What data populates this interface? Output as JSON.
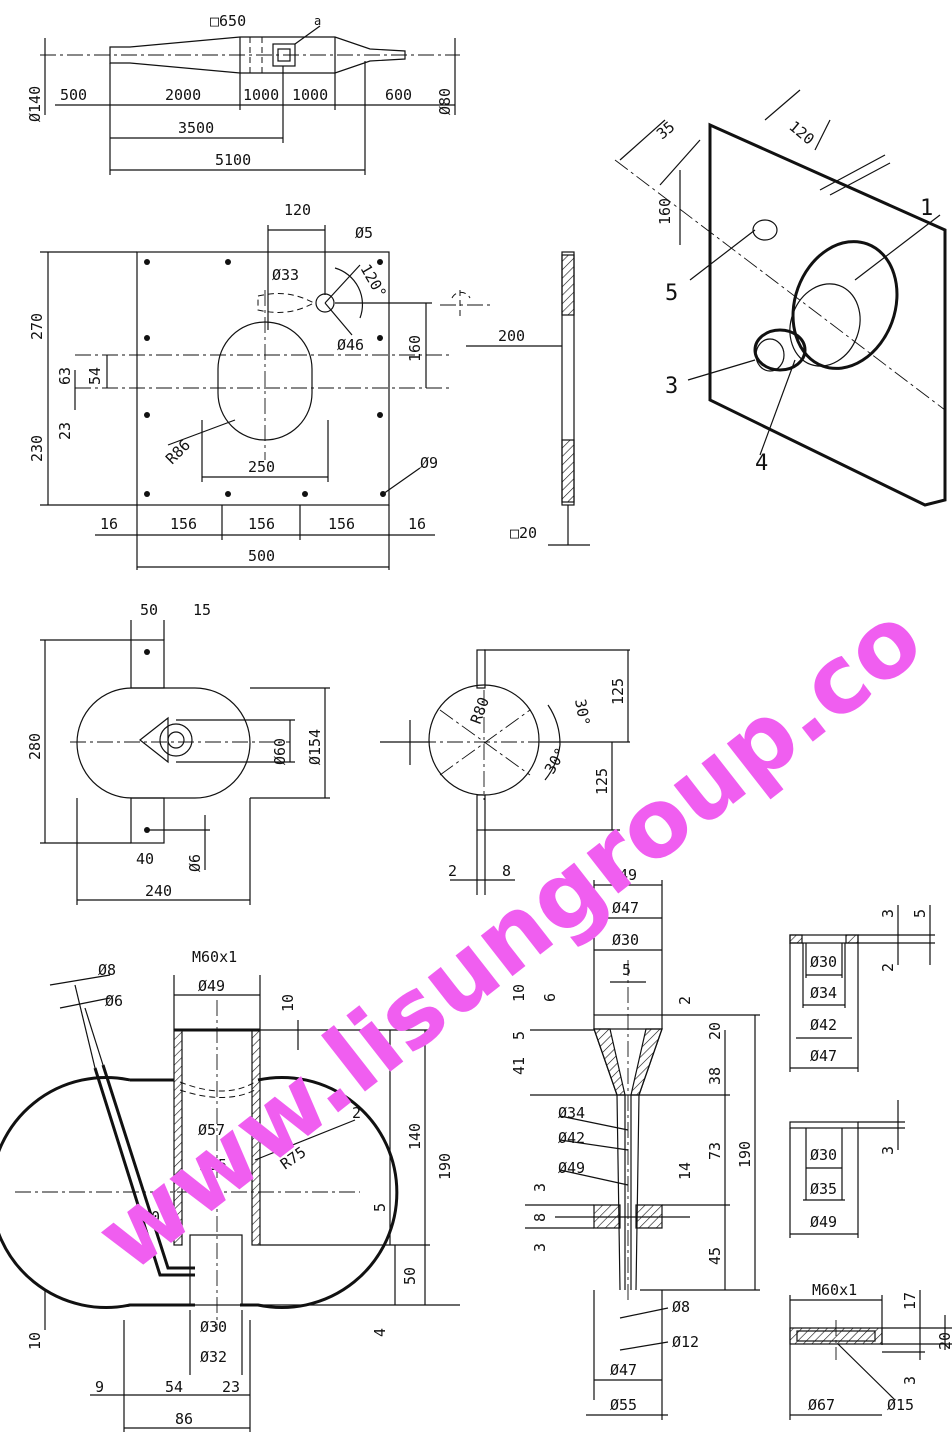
{
  "top": {
    "labels": [
      "□650",
      "a",
      "Ø140",
      "Ø80",
      "500",
      "2000",
      "1000",
      "1000",
      "600",
      "3500",
      "5100"
    ]
  },
  "plate": {
    "labels": [
      "120",
      "Ø5",
      "Ø33",
      "120°",
      "Ø46",
      "160",
      "270",
      "63",
      "54",
      "23",
      "230",
      "R86",
      "250",
      "Ø9",
      "16",
      "156",
      "156",
      "156",
      "16",
      "500"
    ]
  },
  "side": {
    "labels": [
      "200",
      "□20"
    ]
  },
  "iso": {
    "dims": [
      "35",
      "120",
      "160"
    ],
    "callouts": [
      "1",
      "5",
      "3",
      "4"
    ]
  },
  "oval": {
    "labels": [
      "50",
      "15",
      "280",
      "Ø60",
      "Ø154",
      "40",
      "Ø6",
      "240"
    ]
  },
  "circle": {
    "labels": [
      "R80",
      "30°",
      "30°",
      "125",
      "125",
      "2",
      "8"
    ]
  },
  "section": {
    "labels": [
      "Ø8",
      "Ø6",
      "M60x1",
      "Ø49",
      "10",
      "Ø57",
      "2",
      "Ø35",
      "R75",
      "140",
      "190",
      "5",
      "90°",
      "50",
      "Ø30",
      "4",
      "10",
      "Ø32",
      "9",
      "54",
      "23",
      "86"
    ]
  },
  "flange": {
    "labels": [
      "Ø49",
      "Ø47",
      "Ø30",
      "5",
      "10",
      "6",
      "2",
      "5",
      "20",
      "41",
      "38",
      "Ø34",
      "Ø42",
      "73",
      "190",
      "Ø49",
      "3",
      "14",
      "8",
      "3",
      "45",
      "Ø8",
      "Ø12",
      "Ø47",
      "Ø55"
    ]
  },
  "rings": {
    "labels": [
      "3",
      "5",
      "Ø30",
      "2",
      "Ø34",
      "Ø42",
      "Ø47",
      "Ø30",
      "3",
      "Ø35",
      "Ø49",
      "M60x1",
      "17",
      "20",
      "3",
      "Ø67",
      "Ø15"
    ]
  },
  "watermark": {
    "line1": "www.lisungroup.co"
  },
  "colors": {
    "ink": "#111111",
    "watermark": "#f05ef0"
  }
}
